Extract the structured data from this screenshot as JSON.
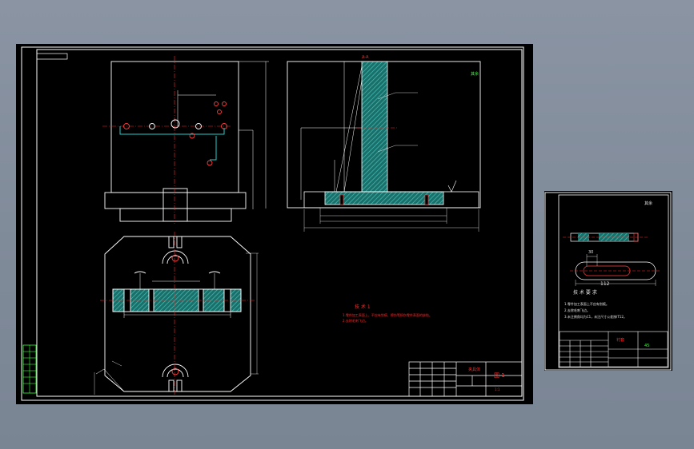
{
  "colors": {
    "background": "#7f8a99",
    "paper": "#000000",
    "line": "#ffffff",
    "hatch": "#2aa198",
    "dimension": "#ffffff",
    "annotation_red": "#ff2a2a",
    "annotation_green": "#3cff3c",
    "centerline": "#ff2a2a"
  },
  "main_sheet": {
    "tech_requirements_title": "技 术 1",
    "tech_requirements_lines": [
      "1.零件加工表面上，不应有划痕、擦伤等损伤零件表面的缺陷。",
      "2.去除毛刺飞边。"
    ],
    "title_block": {
      "drawing_name": "夹具体",
      "sheet_label": "图 1",
      "scale_label": "1:1"
    },
    "roughness_note": "其余",
    "section_label": "A-A"
  },
  "part_sheet": {
    "roughness_note": "其余",
    "dimension_112": "112",
    "dimension_30": "30",
    "tech_title": "技 术 要 求",
    "tech_lines": [
      "1.零件加工表面上不应有划痕。",
      "2.去除毛刺飞边。",
      "3.未注倒角均为C1，未注尺寸公差按IT12。"
    ],
    "title_block": {
      "drawing_name": "衬套",
      "material": "45"
    }
  }
}
